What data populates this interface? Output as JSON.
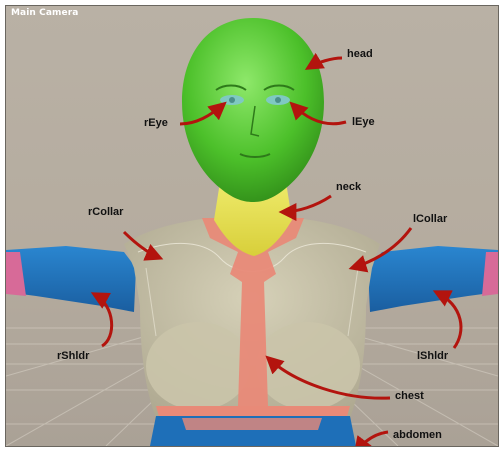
{
  "viewport": {
    "title": "Main Camera"
  },
  "labels": {
    "head": "head",
    "rEye": "rEye",
    "lEye": "lEye",
    "neck": "neck",
    "rCollar": "rCollar",
    "lCollar": "lCollar",
    "rShldr": "rShldr",
    "lShldr": "lShldr",
    "chest": "chest",
    "abdomen": "abdomen"
  },
  "colors": {
    "head": "#4fc52a",
    "neck": "#e8e34f",
    "collar": "#c9c3a8",
    "chest": "#e88a78",
    "shoulder": "#1e6fb8",
    "abdomen": "#1e6fb8",
    "arrow": "#b3140e"
  }
}
